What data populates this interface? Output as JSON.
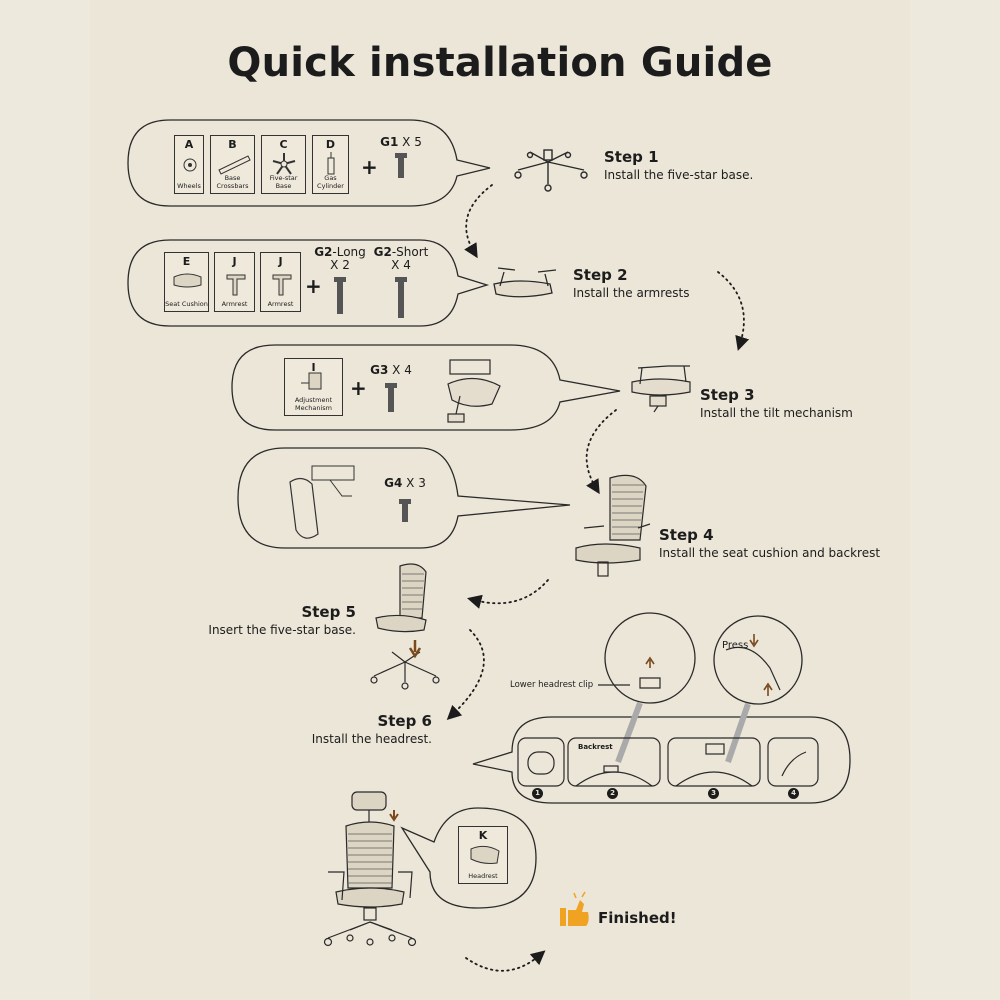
{
  "title": "Quick installation Guide",
  "step1": {
    "parts": [
      {
        "letter": "A",
        "name": "Wheels"
      },
      {
        "letter": "B",
        "name": "Base Crossbars"
      },
      {
        "letter": "C",
        "name": "Five-star Base"
      },
      {
        "letter": "D",
        "name": "Gas Cylinder"
      }
    ],
    "screw": {
      "code": "G1",
      "qty": "X 5"
    },
    "title": "Step 1",
    "desc": "Install the five-star base."
  },
  "step2": {
    "parts": [
      {
        "letter": "E",
        "name": "Seat Cushion"
      },
      {
        "letter": "J",
        "name": "Armrest"
      },
      {
        "letter": "J",
        "name": "Armrest"
      }
    ],
    "screw_long": {
      "code": "G2",
      "type": "-Long",
      "qty": "X 2"
    },
    "screw_short": {
      "code": "G2",
      "type": "-Short",
      "qty": "X 4"
    },
    "title": "Step 2",
    "desc": "Install the armrests"
  },
  "step3": {
    "part": {
      "letter": "I",
      "name": "Adjustment Mechanism"
    },
    "screw": {
      "code": "G3",
      "qty": "X 4"
    },
    "title": "Step 3",
    "desc": "Install the tilt mechanism"
  },
  "step4": {
    "screw": {
      "code": "G4",
      "qty": "X 3"
    },
    "title": "Step 4",
    "desc": "Install the seat cushion and backrest"
  },
  "step5": {
    "title": "Step 5",
    "desc": "Insert the five-star base."
  },
  "step6": {
    "title": "Step 6",
    "desc": "Install the headrest.",
    "clip_label": "Lower headrest clip",
    "press_label": "Press",
    "backrest_label": "Backrest",
    "numbers": [
      "1",
      "2",
      "3",
      "4"
    ],
    "part": {
      "letter": "K",
      "name": "Headrest"
    }
  },
  "finished": "Finished!",
  "colors": {
    "background": "#ece6d8",
    "ink": "#1c1c1c",
    "accent": "#7a4a1e",
    "finished_icon": "#f0a323"
  }
}
